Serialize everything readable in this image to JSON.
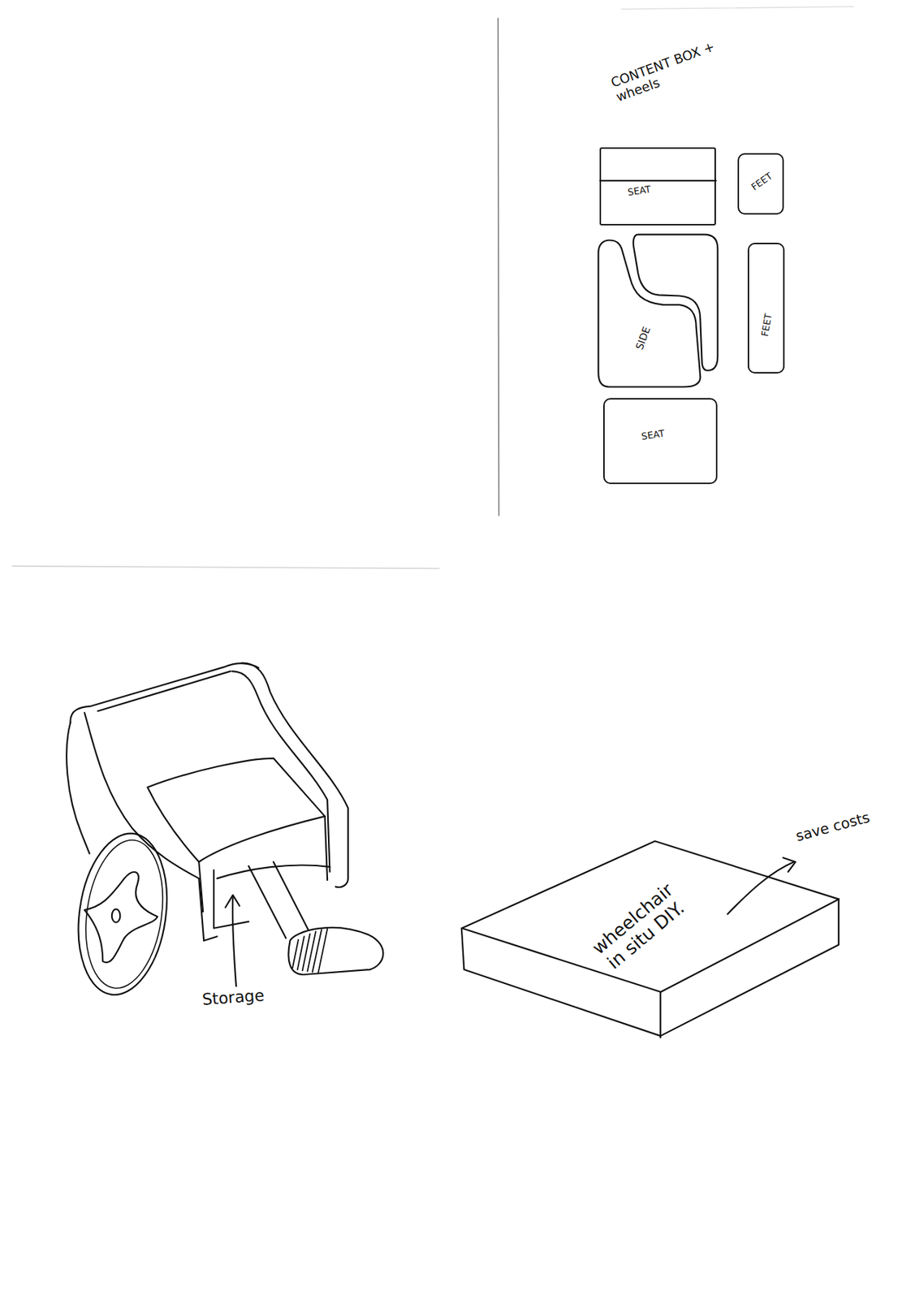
{
  "diagram": {
    "nodes": [
      {
        "text": [
          "SEAT"
        ]
      },
      {
        "text": [
          "FEET"
        ]
      },
      {
        "text": [
          "SIDE"
        ]
      },
      {
        "text": [
          "FEET"
        ]
      },
      {
        "text": [
          "SEAT"
        ]
      },
      {
        "text": [
          "wheelchair in situ DIY."
        ]
      }
    ],
    "labels": [
      "CONTENT BOX + wheels",
      "Storage",
      "save costs"
    ]
  }
}
